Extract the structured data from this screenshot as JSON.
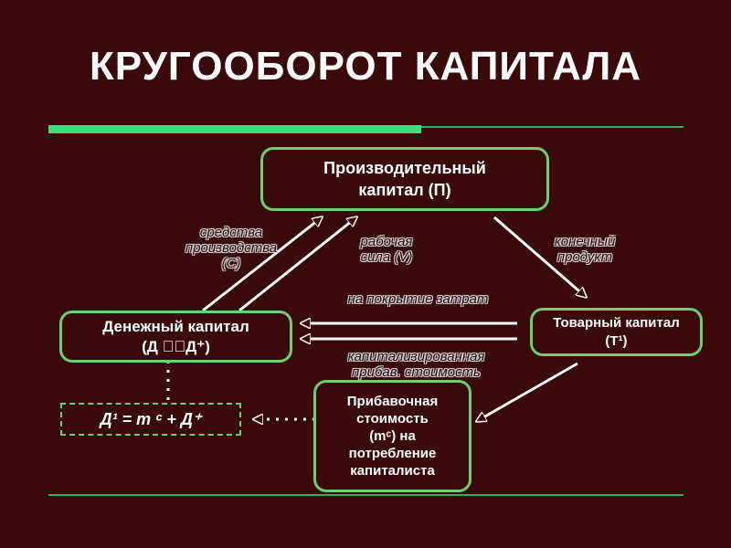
{
  "title": "КРУГООБОРОТ  КАПИТАЛА",
  "nodes": {
    "productive": "Производительный\nкапитал (П)",
    "money": "Денежный капитал\n(Д Д⁺)",
    "commodity": "Товарный капитал\n(Т¹)",
    "surplus": "Прибавочная\nстоимость\n(mᶜ) на\nпотребление\nкапиталиста",
    "formula": "Д¹ = m ᶜ  + Д⁺"
  },
  "edge_labels": {
    "means": "средства\nпроизводства\n(С)",
    "labor": "рабочая\nсила (V)",
    "final_product": "конечный\nпродукт",
    "cover_costs": "на покрытие затрат",
    "capitalized": "капитализированная\nприбав. стоимость"
  },
  "colors": {
    "background": "#3a0a0a",
    "accent": "#6fcf6f",
    "bar": "#3be07a",
    "arrow": "#ffffff"
  }
}
